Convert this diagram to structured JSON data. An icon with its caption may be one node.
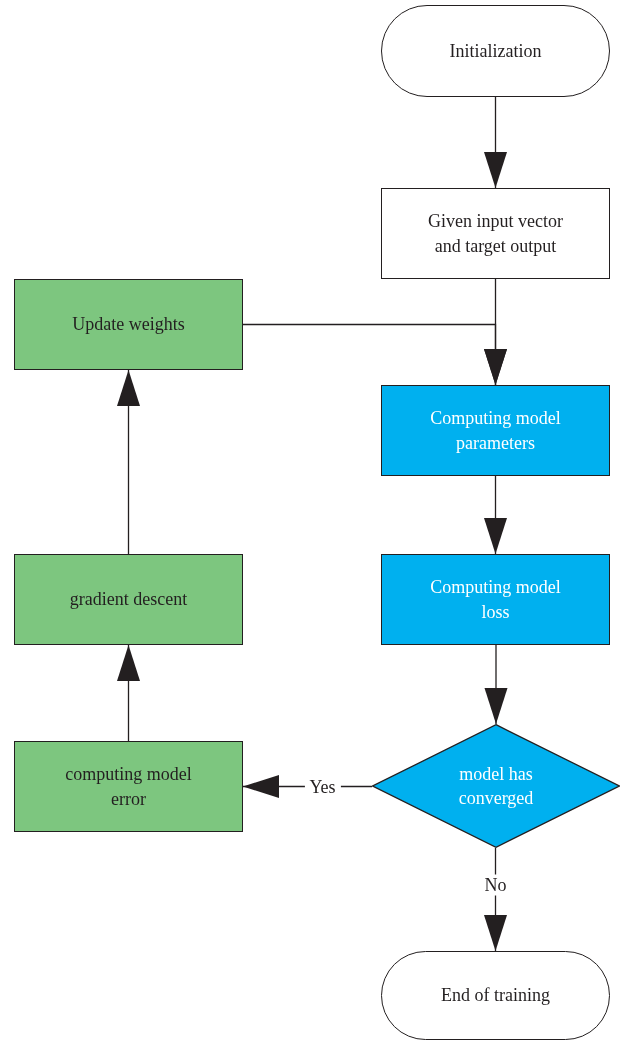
{
  "diagram": {
    "nodes": [
      {
        "text": [
          "Initialization"
        ]
      },
      {
        "text": [
          "Given input vector and target output"
        ]
      },
      {
        "text": [
          "Update weights"
        ]
      },
      {
        "text": [
          "Computing model parameters"
        ]
      },
      {
        "text": [
          "Computing model loss"
        ]
      },
      {
        "text": [
          "model has converged"
        ]
      },
      {
        "text": [
          "End of training"
        ]
      },
      {
        "text": [
          "computing model error"
        ]
      },
      {
        "text": [
          "gradient descent"
        ]
      }
    ],
    "edges": [
      {
        "from": 0,
        "to": 1,
        "arrow": "to"
      },
      {
        "from": 1,
        "to": 3,
        "arrow": "to"
      },
      {
        "from": 2,
        "to": 3,
        "arrow": "to"
      },
      {
        "from": 3,
        "to": 4,
        "arrow": "to"
      },
      {
        "from": 4,
        "to": 5,
        "arrow": "to"
      },
      {
        "from": 5,
        "to": 7,
        "arrow": "to",
        "label": "Yes"
      },
      {
        "from": 5,
        "to": 6,
        "arrow": "to",
        "label": "No"
      },
      {
        "from": 7,
        "to": 8,
        "arrow": "to"
      },
      {
        "from": 8,
        "to": 2,
        "arrow": "to"
      }
    ]
  }
}
